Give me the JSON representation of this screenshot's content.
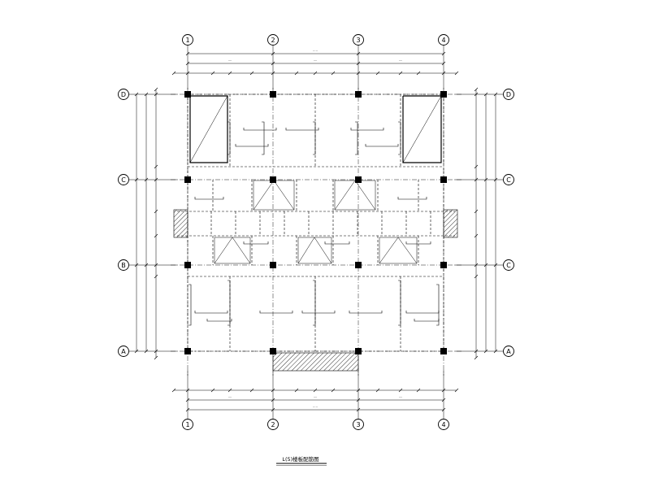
{
  "axes_vertical": [
    {
      "label": "1"
    },
    {
      "label": "2"
    },
    {
      "label": "3"
    },
    {
      "label": "4"
    }
  ],
  "axes_horizontal": [
    {
      "label": "D"
    },
    {
      "label": "C"
    },
    {
      "label": "B"
    },
    {
      "label": "A"
    }
  ],
  "drawing_title": "L(5)楼板配筋图"
}
